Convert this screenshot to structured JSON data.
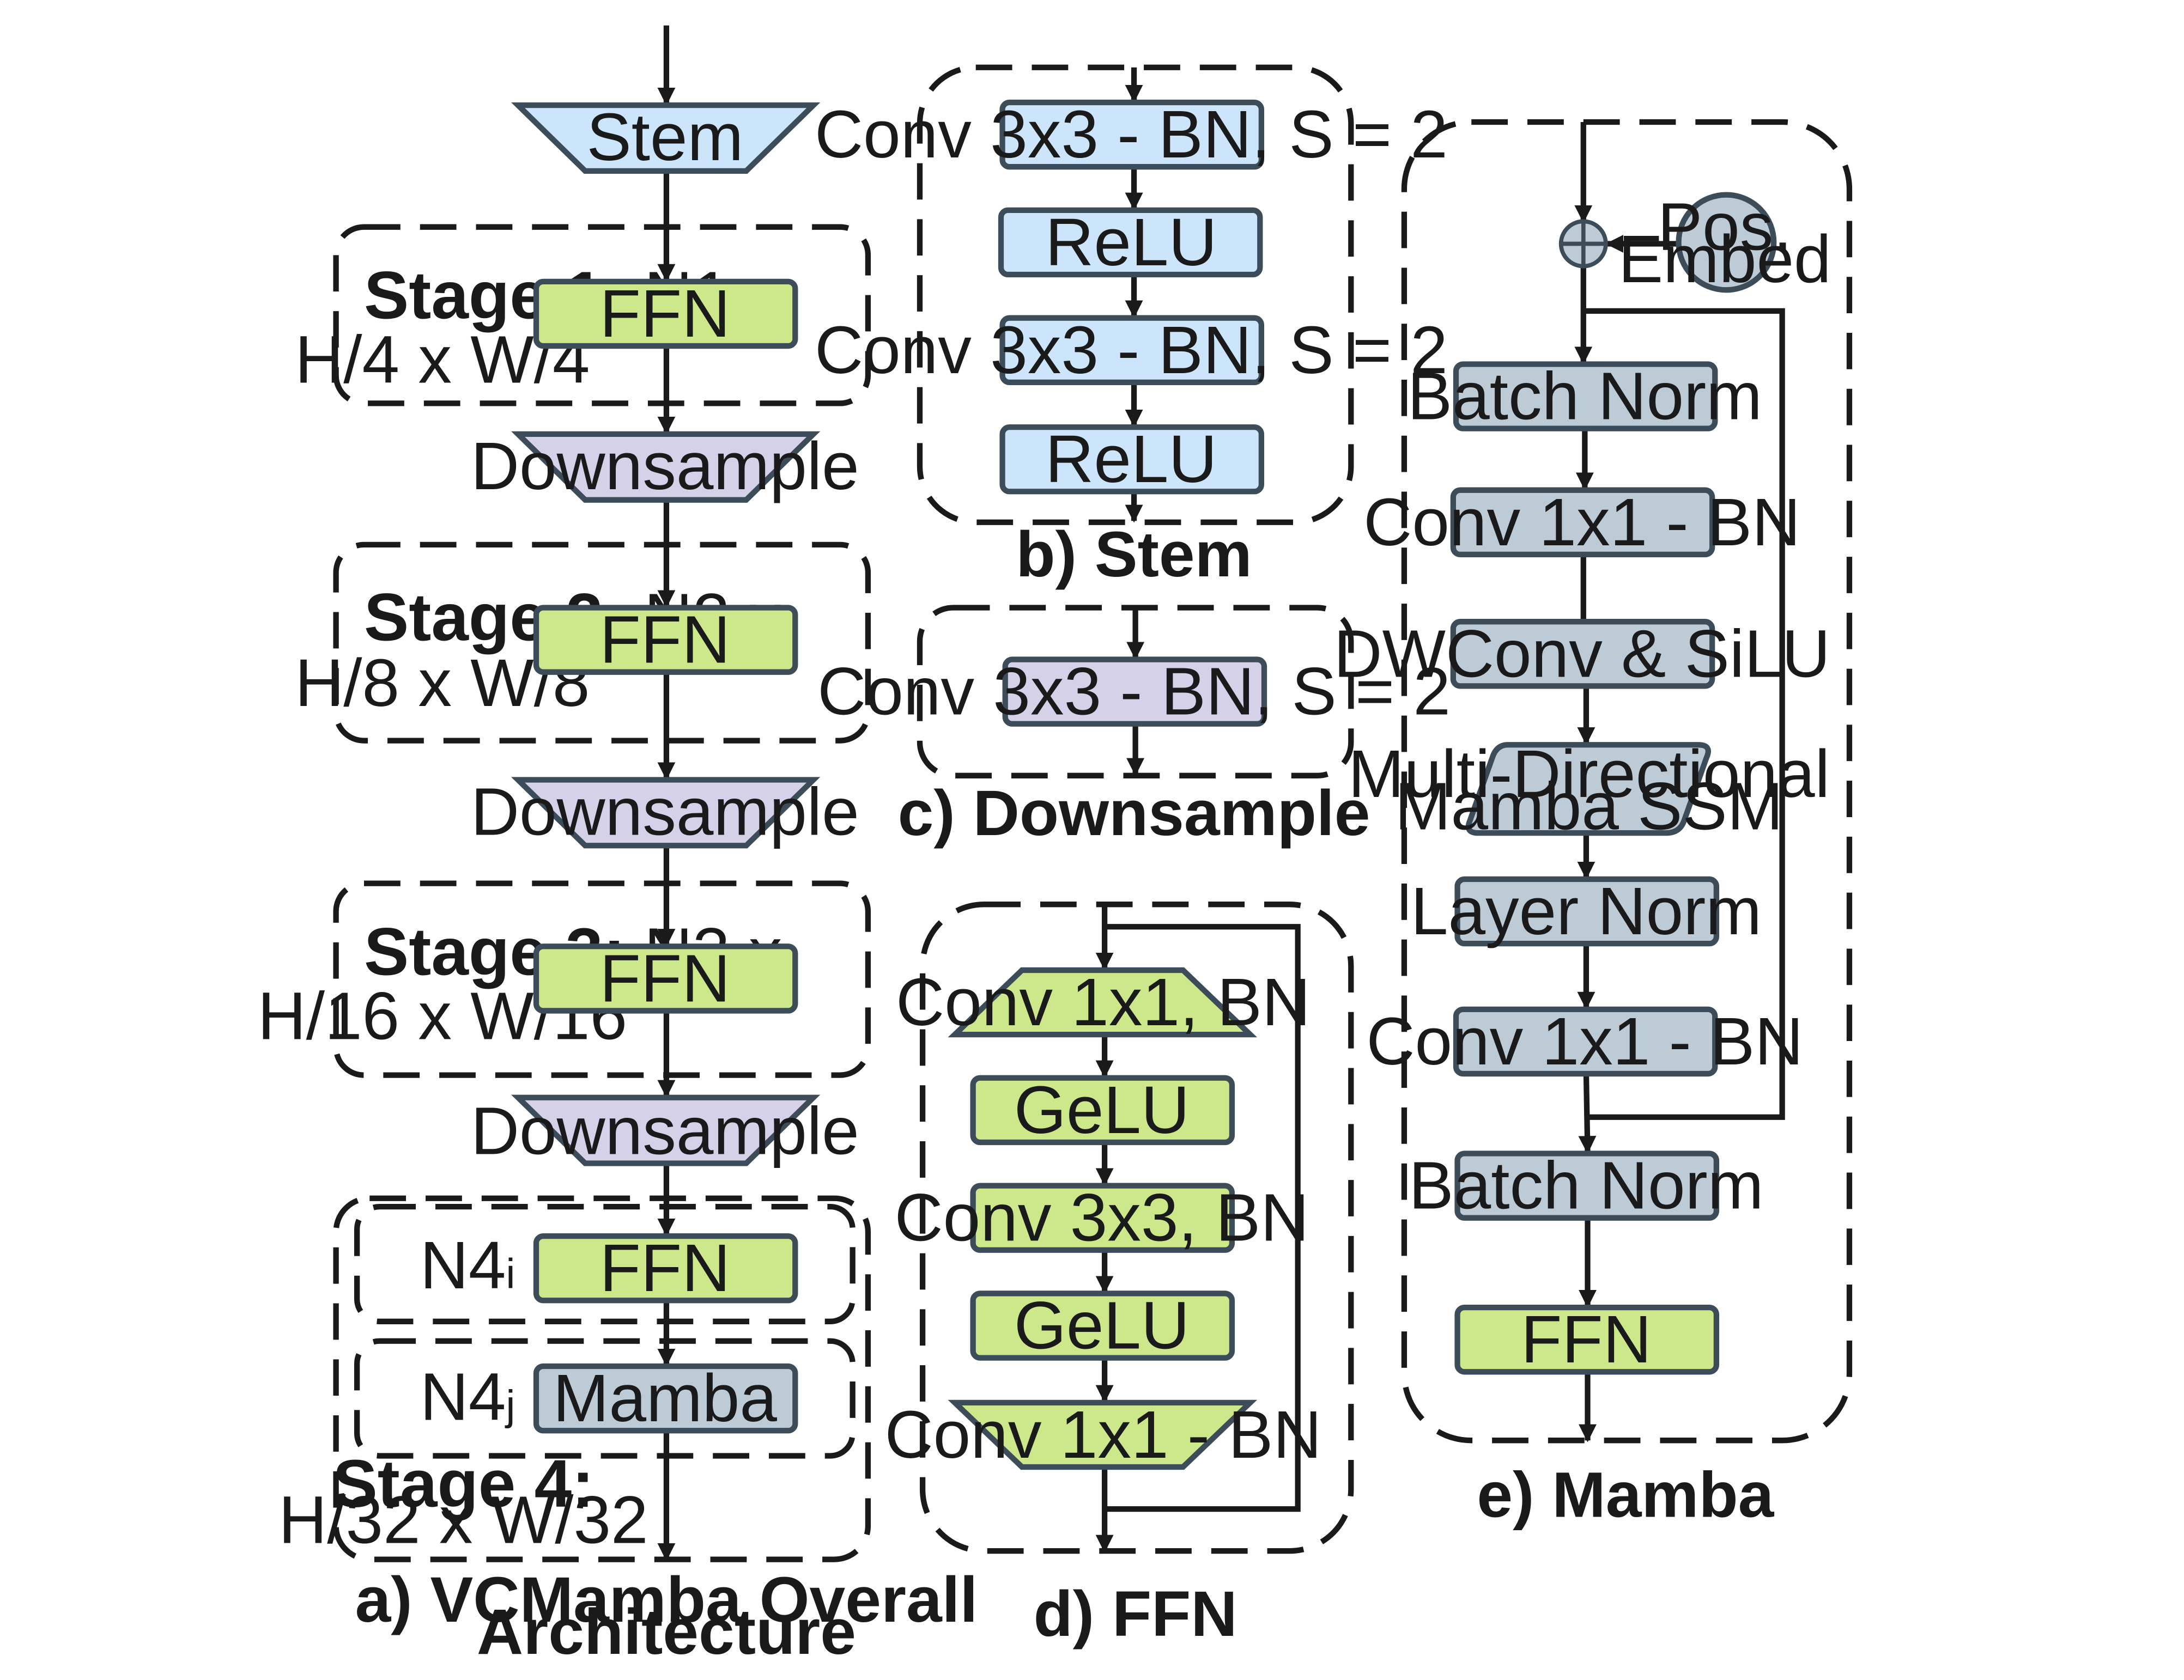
{
  "colors": {
    "stem_blue": "#cce5fb",
    "downsample_lavender": "#d5d1e9",
    "ffn_green": "#cde88b",
    "mamba_slate": "#bccbd6",
    "stroke": "#3d4c59",
    "line": "#1a1a1a"
  },
  "overall": {
    "stem": "Stem",
    "stage1_bold": "Stage 1:",
    "stage1_count": " N1 x",
    "stage1_res": "H/4 x W/4",
    "stage1_block": "FFN",
    "down1": "Downsample",
    "stage2_bold": "Stage 2:",
    "stage2_count": " N2 x",
    "stage2_res": "H/8 x W/8",
    "stage2_block": "FFN",
    "down2": "Downsample",
    "stage3_bold": "Stage 3:",
    "stage3_count": " N3 x",
    "stage3_res": "H/16 x W/16",
    "stage3_block": "FFN",
    "down3": "Downsample",
    "stage4_ffn_count_base": "N4",
    "stage4_ffn_count_sub": "i",
    "stage4_ffn_count_tail": " x",
    "stage4_ffn_block": "FFN",
    "stage4_mamba_count_base": "N4",
    "stage4_mamba_count_sub": "j",
    "stage4_mamba_count_tail": " x",
    "stage4_mamba_block": "Mamba",
    "stage4_label": "Stage 4:",
    "stage4_res": "H/32 x W/32",
    "caption_line1": "a) VCMamba Overall",
    "caption_line2": "Architecture"
  },
  "stem_detail": {
    "conv1": "Conv 3x3 - BN, S = 2",
    "relu1": "ReLU",
    "conv2": "Conv 3x3 - BN, S = 2",
    "relu2": "ReLU",
    "caption": "b)  Stem"
  },
  "downsample_detail": {
    "conv": "Conv 3x3 - BN, S = 2",
    "caption": "c) Downsample"
  },
  "ffn_detail": {
    "conv_in": "Conv 1x1, BN",
    "gelu1": "GeLU",
    "conv_mid": "Conv 3x3, BN",
    "gelu2": "GeLU",
    "conv_out": "Conv 1x1 - BN",
    "caption": "d) FFN"
  },
  "mamba_detail": {
    "pos_line1": "Pos.",
    "pos_line2": "Embed",
    "batch_norm1": "Batch Norm",
    "conv1": "Conv 1x1 - BN",
    "dwconv": "DWConv & SiLU",
    "ssm_line1": "Multi-Directional",
    "ssm_line2": "Mamba SSM",
    "layer_norm": "Layer Norm",
    "conv2": "Conv 1x1 - BN",
    "batch_norm2": "Batch Norm",
    "ffn": "FFN",
    "caption": "e) Mamba"
  }
}
